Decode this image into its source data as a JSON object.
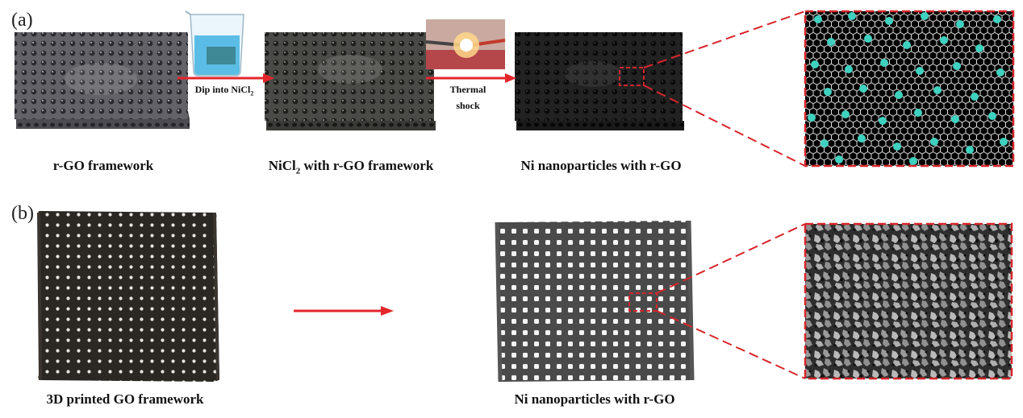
{
  "panels": {
    "a_label": "(a)",
    "b_label": "(b)"
  },
  "row_a": {
    "caption_1": "r-GO framework",
    "caption_2_pre": "NiCl",
    "caption_2_sub": "2",
    "caption_2_post": " with r-GO framework",
    "caption_3": "Ni nanoparticles with r-GO",
    "step1_pre": "Dip into NiCl",
    "step1_sub": "2",
    "step2_line1": "Thermal",
    "step2_line2": "shock"
  },
  "row_b": {
    "caption_1": "3D printed GO framework",
    "caption_2": "Ni nanoparticles with r-GO"
  },
  "colors": {
    "arrow": "#e3262b",
    "highlight_box": "#d7262b",
    "particle": "#3fd1c0",
    "framework_light": "#5a5a5e",
    "framework_dark": "#1b1b1b"
  }
}
